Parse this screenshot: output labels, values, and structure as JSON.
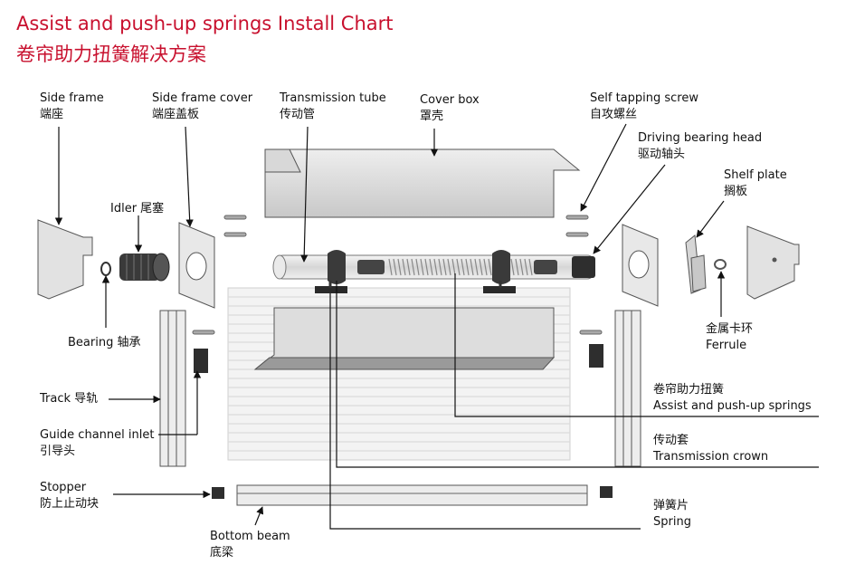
{
  "title_en": "Assist and push-up springs Install Chart",
  "title_zh": "卷帘助力扭簧解决方案",
  "labels": {
    "side_frame": {
      "en": "Side frame",
      "zh": "端座"
    },
    "side_frame_cover": {
      "en": "Side frame cover",
      "zh": "端座盖板"
    },
    "transmission_tube": {
      "en": "Transmission tube",
      "zh": "传动管"
    },
    "cover_box": {
      "en": "Cover box",
      "zh": "罩壳"
    },
    "self_tapping_screw": {
      "en": "Self tapping screw",
      "zh": "自攻螺丝"
    },
    "driving_bearing_head": {
      "en": "Driving bearing head",
      "zh": "驱动轴头"
    },
    "shelf_plate": {
      "en": "Shelf plate",
      "zh": "搁板"
    },
    "idler": "Idler 尾塞",
    "bearing": "Bearing 轴承",
    "track": "Track 导轨",
    "guide_channel_inlet": {
      "en": "Guide channel inlet",
      "zh": "引导头"
    },
    "stopper": {
      "en": "Stopper",
      "zh": "防上止动块"
    },
    "bottom_beam": {
      "en": "Bottom beam",
      "zh": "底梁"
    },
    "ferrule": {
      "zh": "金属卡环",
      "en": "Ferrule"
    },
    "springs": {
      "zh": "卷帘助力扭簧",
      "en": "Assist and push-up springs"
    },
    "transmission_crown": {
      "zh": "传动套",
      "en": "Transmission crown"
    },
    "spring": {
      "zh": "弹簧片",
      "en": "Spring"
    }
  },
  "colors": {
    "title": "#c8102e",
    "line": "#111111",
    "part_fill": "#e4e4e4",
    "part_stroke": "#555555",
    "dark_part": "#2a2a2a"
  }
}
